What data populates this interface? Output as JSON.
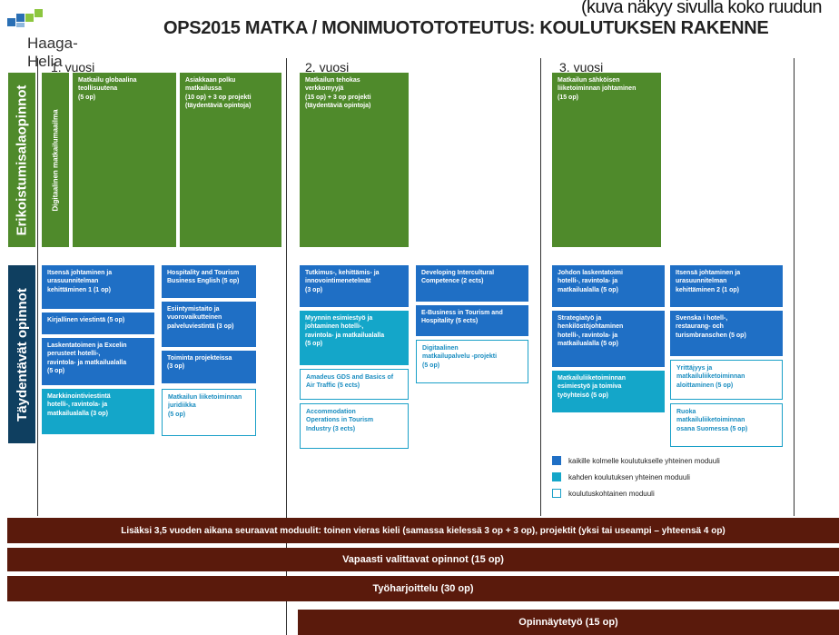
{
  "header": {
    "logo_text": "Haaga-Helia",
    "top_note": "(kuva näkyy sivulla koko ruudun",
    "title": "OPS2015 MATKA / MONIMUOTOTOTEUTUS: KOULUTUKSEN RAKENNE"
  },
  "years": [
    "1. vuosi",
    "2. vuosi",
    "3. vuosi"
  ],
  "side_labels": {
    "specialization": "Erikoistumisalaopinnot",
    "supplementary": "Täydentävät opinnot"
  },
  "specialization_modules": {
    "digital": "Digitaalinen matkailumaailma",
    "m1": "Matkailu globaalina\nteollisuutena\n(5 op)",
    "m2": "Asiakkaan polku\nmatkailussa\n(10 op) + 3 op projekti\n(täydentäviä opintoja)",
    "m3": "Matkailun tehokas\nverkkomyyjä\n(15 op) + 3 op projekti\n(täydentäviä opintoja)",
    "m4": "Matkailun sähköisen\nliiketoiminnan johtaminen\n(15 op)"
  },
  "supplementary_modules": {
    "y1_left": [
      "Itsensä johtaminen ja\nurasuunnitelman\nkehittäminen 1 (1 op)",
      "Kirjallinen viestintä (5 op)",
      "Laskentatoimen ja Excelin\nperusteet hotelli-,\nravintola- ja matkailualalla\n(5 op)",
      "Markkinointiviestintä\nhotelli-, ravintola- ja\nmatkailualalla (3 op)"
    ],
    "y1_right": [
      "Hospitality and Tourism\nBusiness English (5 op)",
      "Esiintymistaito ja\nvuorovaikutteinen\npalveluviestintä (3 op)",
      "Toiminta projekteissa\n(3 op)",
      "Matkailun liiketoiminnan\njuridiikka\n(5 op)"
    ],
    "y2_left": [
      "Tutkimus-, kehittämis- ja\ninnovointimenetelmät\n(3 op)",
      "Myynnin esimiestyö ja\njohtaminen hotelli-,\nravintola- ja matkailualalla\n(5 op)",
      "Amadeus GDS and Basics of\nAir Traffic (5 ects)",
      "Accommodation\nOperations in Tourism\nIndustry (3 ects)"
    ],
    "y2_right": [
      "Developing Intercultural\nCompetence (2 ects)",
      "E-Business in Tourism and\nHospitality (5 ects)",
      "Digitaalinen\nmatkailupalvelu -projekti\n(5 op)"
    ],
    "y3_left": [
      "Johdon laskentatoimi\nhotelli-, ravintola- ja\nmatkailualalla (5 op)",
      "Strategiatyö ja\nhenkilöstöjohtaminen\nhotelli-, ravintola- ja\nmatkailualalla (5 op)",
      "Matkailuliiketoiminnan\nesimiestyö ja toimiva\ntyöyhteisö (5 op)"
    ],
    "y3_right": [
      "Itsensä johtaminen ja\nurasuunnitelman\nkehittäminen 2 (1 op)",
      "Svenska i hotell-,\nrestaurang- och\nturismbranschen (5 op)",
      "Yrittäjyys ja\nmatkailuliiketoiminnan\naloittaminen (5 op)",
      "Ruoka\nmatkailuliiketoiminnan\nosana Suomessa (5 op)"
    ]
  },
  "legend": [
    {
      "label": "kaikille kolmelle koulutukselle yhteinen moduuli",
      "color": "#1f6fc5"
    },
    {
      "label": "kahden koulutuksen yhteinen moduuli",
      "color": "#14a6c9"
    },
    {
      "label": "koulutuskohtainen moduuli",
      "color": "#ffffff"
    }
  ],
  "bars": [
    "Lisäksi 3,5 vuoden aikana seuraavat moduulit: toinen vieras kieli (samassa kielessä 3 op + 3 op), projektit (yksi tai useampi – yhteensä 4 op)",
    "Vapaasti valittavat opinnot (15 op)",
    "Työharjoittelu (30 op)",
    "Opinnäytetyö (15 op)"
  ],
  "colors": {
    "green": "#4f8a2b",
    "blue": "#1f6fc5",
    "cyan": "#14a6c9",
    "side_label": "#0f3f60",
    "bar": "#5a1a0c"
  }
}
